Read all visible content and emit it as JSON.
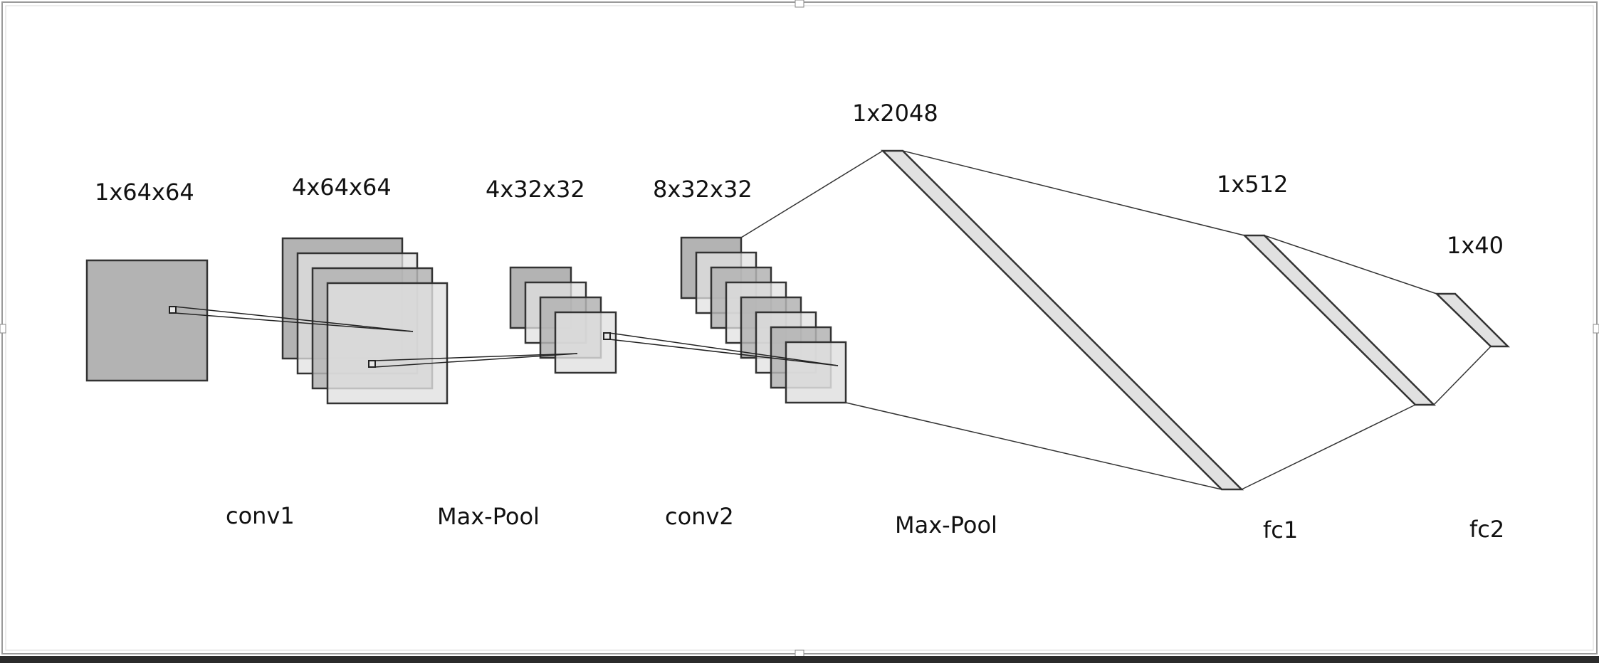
{
  "shape_labels": {
    "input": "1x64x64",
    "conv1_maps": "4x64x64",
    "pool1_maps": "4x32x32",
    "conv2_maps": "8x32x32",
    "flatten": "1x2048",
    "fc1_vec": "1x512",
    "fc2_vec": "1x40"
  },
  "layer_labels": {
    "conv1": "conv1",
    "pool1": "Max-Pool",
    "conv2": "conv2",
    "pool2": "Max-Pool",
    "fc1": "fc1",
    "fc2": "fc2"
  },
  "colors": {
    "dark_fill": "#b3b3b3",
    "light_fill": "#e1e1e1",
    "stroke": "#333333",
    "frame": "#999999",
    "bottom_bar": "#2b2b2b"
  }
}
